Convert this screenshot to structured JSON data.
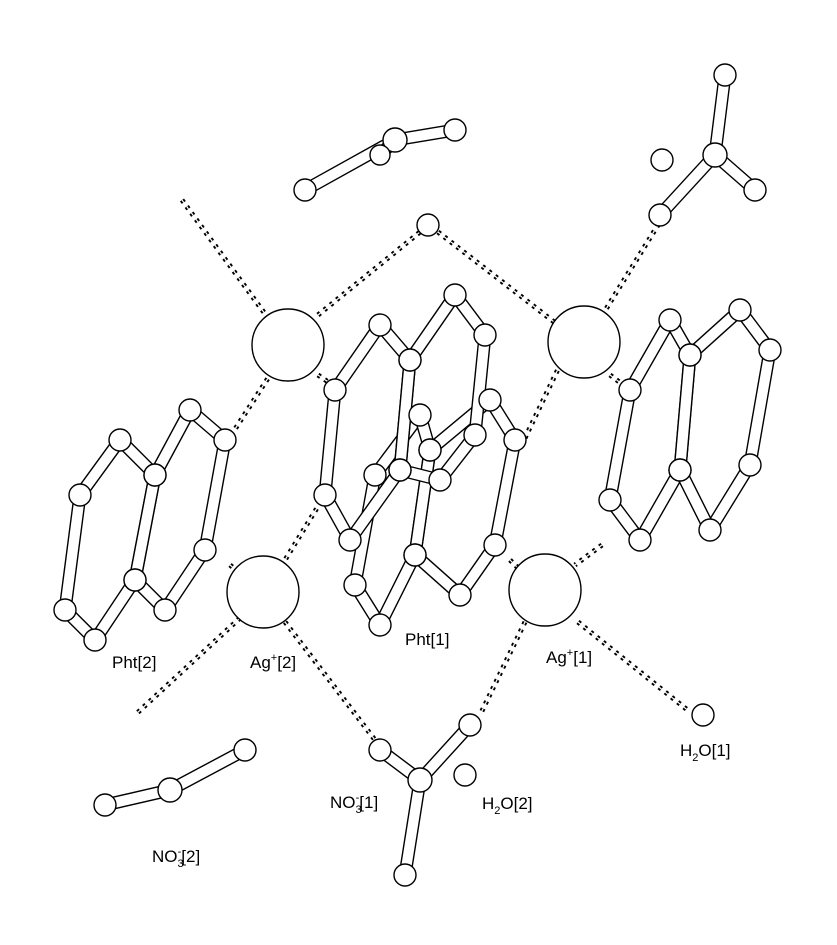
{
  "labels": {
    "pht2": "Pht[2]",
    "ag2_base": "Ag",
    "ag2_sup": "+",
    "ag2_idx": "[2]",
    "pht1": "Pht[1]",
    "ag1_base": "Ag",
    "ag1_sup": "+",
    "ag1_idx": "[1]",
    "h2o1_a": "H",
    "h2o1_sub": "2",
    "h2o1_b": "O[1]",
    "no3_1_a": "NO",
    "no3_1_sub": "3",
    "no3_1_sup": "-",
    "no3_1_b": "[1]",
    "h2o2_a": "H",
    "h2o2_sub": "2",
    "h2o2_b": "O[2]",
    "no3_2_a": "NO",
    "no3_2_sub": "3",
    "no3_2_sup": "-",
    "no3_2_b": "[2]"
  }
}
